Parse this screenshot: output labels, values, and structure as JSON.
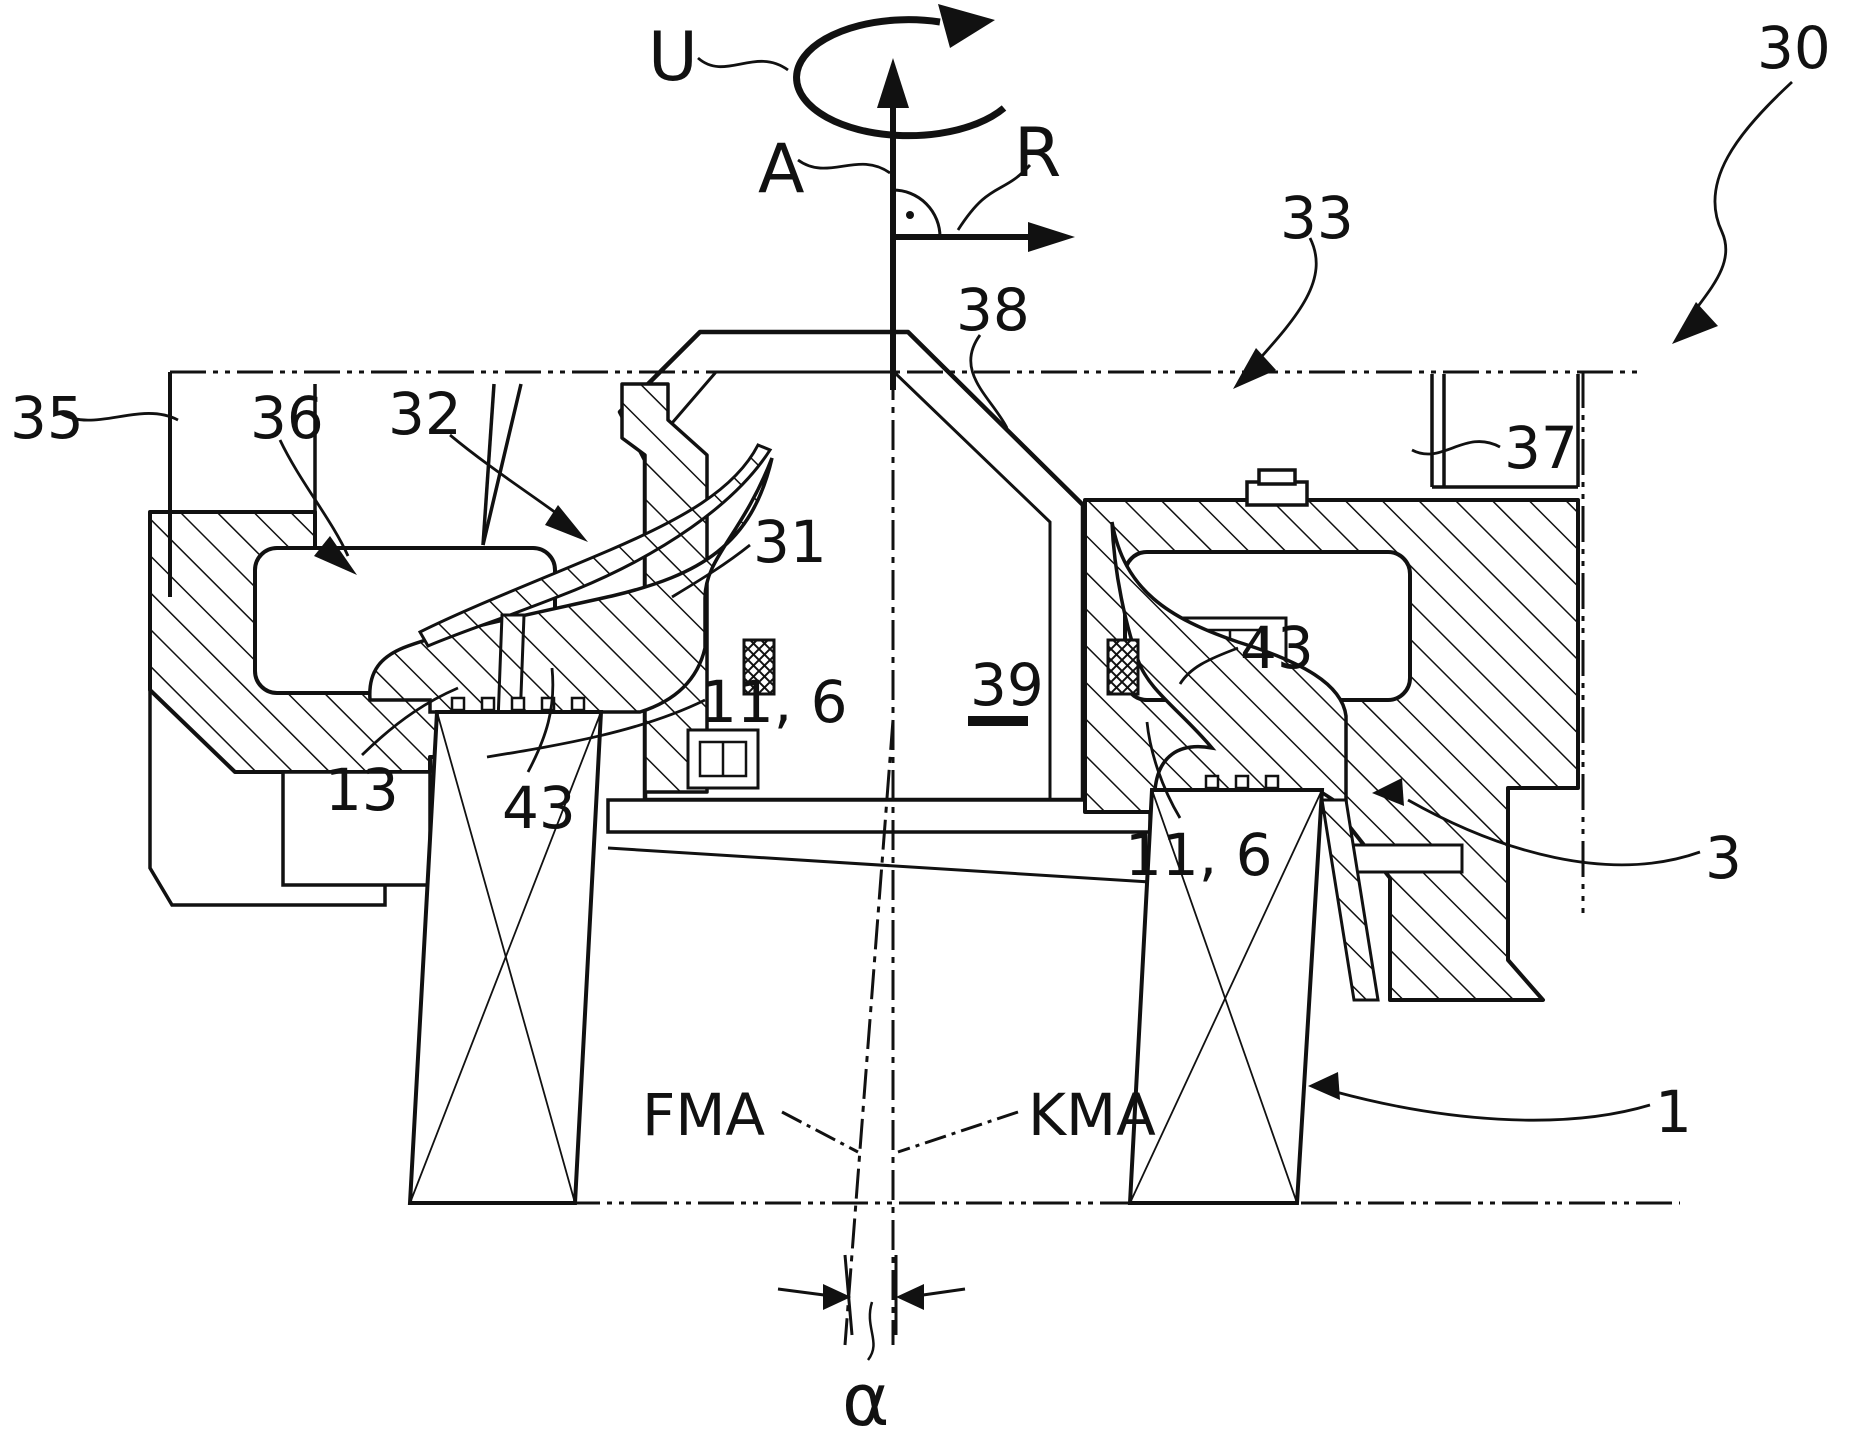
{
  "figure": {
    "kind": "patent cross-section diagram of fan impeller and electric motor assembly",
    "background": "#ffffff",
    "line_color": "#111111",
    "axis_symbols": {
      "rotation_direction": "U",
      "axial_axis": "A",
      "radial_axis": "R"
    },
    "centerlines": {
      "fan_axis": "FMA",
      "motor_axis": "KMA",
      "tilt_angle": "α"
    },
    "reference_numerals": {
      "assembly": "30",
      "housing_centerline_ref": "33",
      "housing_left": "35",
      "stator_mount_left": "36",
      "blade": "32",
      "bearing_tube": "31",
      "rotor_cone": "38",
      "housing_right": "37",
      "interior_space": "39",
      "spring_clip_right": "43",
      "spring_clip_left": "43",
      "hub_left": "11, 6",
      "hub_right": "11, 6",
      "skirt_left": "13",
      "support_right": "3",
      "motor": "1"
    }
  }
}
